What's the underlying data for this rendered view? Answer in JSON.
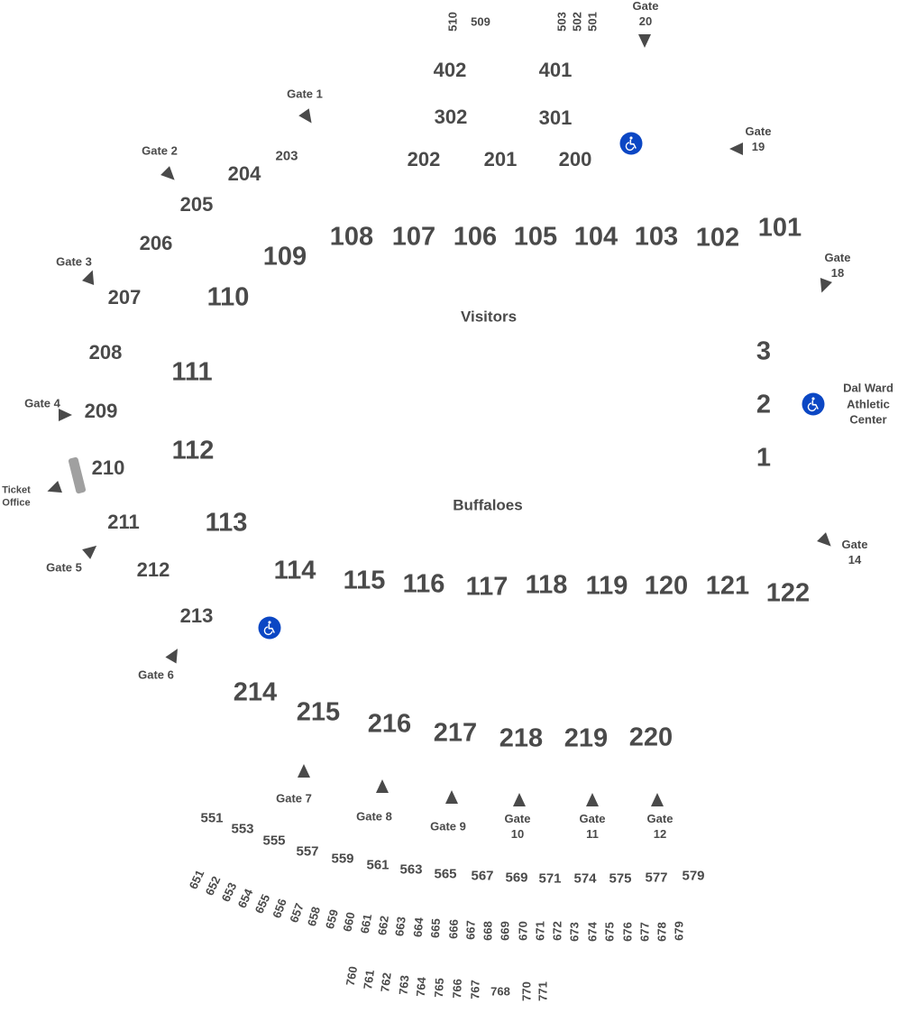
{
  "areas": {
    "visitors": "Visitors",
    "home": "Buffaloes",
    "ticket_office": "Ticket Office",
    "athletic_center": "Dal Ward Athletic Center"
  },
  "colors": {
    "text": "#4a4a4a",
    "ada": "#0b47c4",
    "ticket_bar": "#a0a0a0",
    "marker": "#4a4a4a"
  },
  "icons": {
    "wheelchair": "wheelchair-accessible-icon",
    "gate": "gate-entrance-marker"
  },
  "sections": {
    "lower_large": [
      "101",
      "102",
      "103",
      "104",
      "105",
      "106",
      "107",
      "108",
      "109",
      "110",
      "111",
      "112",
      "113",
      "114",
      "115",
      "116",
      "117",
      "118",
      "119",
      "120",
      "121",
      "122",
      "1",
      "2",
      "3",
      "214",
      "215",
      "216",
      "217",
      "218",
      "219",
      "220"
    ],
    "mid": [
      "200",
      "201",
      "202",
      "203",
      "204",
      "205",
      "206",
      "207",
      "208",
      "209",
      "210",
      "211",
      "212",
      "213",
      "301",
      "302",
      "401",
      "402"
    ],
    "upper_500": [
      "551",
      "553",
      "555",
      "557",
      "559",
      "561",
      "563",
      "565",
      "567",
      "569",
      "571",
      "574",
      "575",
      "577",
      "579"
    ],
    "small_rotated": [
      "509",
      "510",
      "501",
      "502",
      "503",
      "651",
      "652",
      "653",
      "654",
      "655",
      "656",
      "657",
      "658",
      "659",
      "660",
      "661",
      "662",
      "663",
      "664",
      "665",
      "666",
      "667",
      "668",
      "669",
      "670",
      "671",
      "672",
      "673",
      "674",
      "675",
      "676",
      "677",
      "678",
      "679",
      "760",
      "761",
      "762",
      "763",
      "764",
      "765",
      "766",
      "767",
      "768",
      "770",
      "771"
    ]
  },
  "gates": [
    "Gate 1",
    "Gate 2",
    "Gate 3",
    "Gate 4",
    "Gate 5",
    "Gate 6",
    "Gate 7",
    "Gate 8",
    "Gate 9",
    "Gate 10",
    "Gate 11",
    "Gate 12",
    "Gate 14",
    "Gate 18",
    "Gate 19",
    "Gate 20"
  ]
}
